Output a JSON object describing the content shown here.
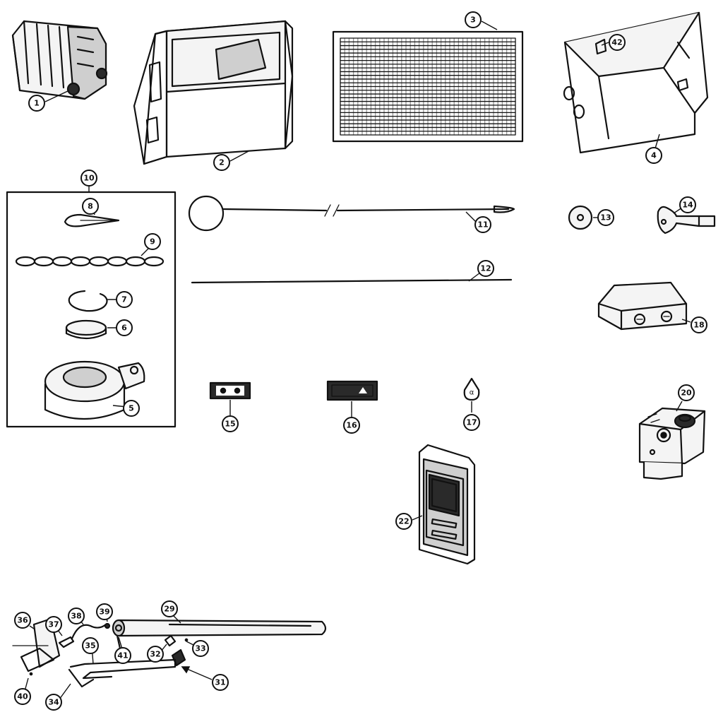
{
  "callouts": {
    "c1": "1",
    "c2": "2",
    "c3": "3",
    "c4": "4",
    "c42": "42",
    "c10": "10",
    "c8": "8",
    "c9": "9",
    "c7": "7",
    "c6": "6",
    "c5": "5",
    "c11": "11",
    "c12": "12",
    "c13": "13",
    "c14": "14",
    "c18": "18",
    "c15": "15",
    "c16": "16",
    "c17": "17",
    "c20": "20",
    "c22": "22",
    "c36": "36",
    "c37": "37",
    "c38": "38",
    "c39": "39",
    "c29": "29",
    "c35": "35",
    "c41": "41",
    "c32": "32",
    "c33": "33",
    "c31": "31",
    "c34": "34",
    "c40": "40"
  },
  "part17_glyph": "α"
}
